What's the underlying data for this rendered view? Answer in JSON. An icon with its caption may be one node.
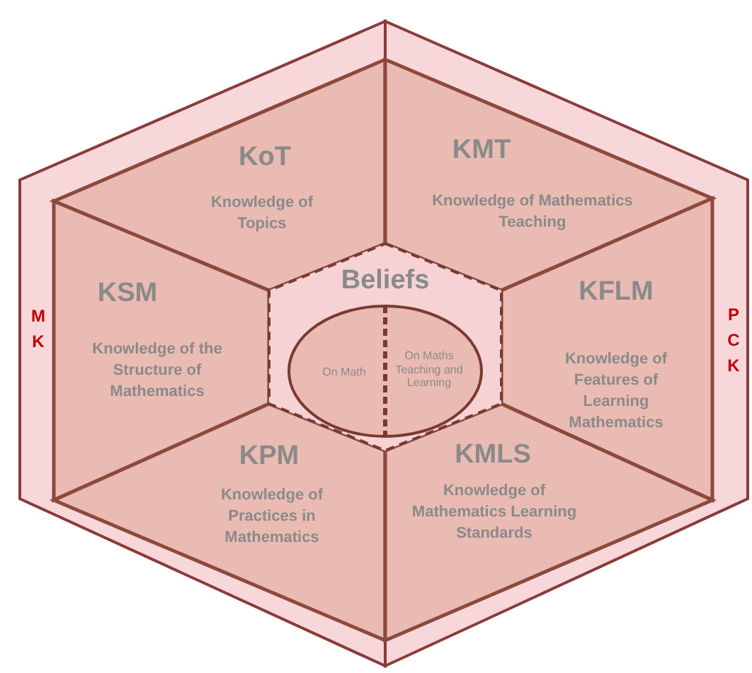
{
  "diagram": {
    "nodes": [
      {
        "text": [
          "MK"
        ]
      },
      {
        "text": [
          "PCK"
        ]
      },
      {
        "text": [
          "KoT",
          "Knowledge of Topics"
        ],
        "in": 0
      },
      {
        "text": [
          "KMT",
          "Knowledge of Mathematics Teaching"
        ],
        "in": 1
      },
      {
        "text": [
          "KSM",
          "Knowledge of the Structure of Mathematics"
        ],
        "in": 0
      },
      {
        "text": [
          "KFLM",
          "Knowledge of Features of Learning Mathematics"
        ],
        "in": 1
      },
      {
        "text": [
          "KPM",
          "Knowledge of Practices in Mathematics"
        ],
        "in": 0
      },
      {
        "text": [
          "KMLS",
          "Knowledge of Mathematics Learning Standards"
        ],
        "in": 1
      },
      {
        "text": [
          "Beliefs"
        ]
      },
      {
        "text": [
          "On Math"
        ]
      },
      {
        "text": [
          "On Maths Teaching and Learning"
        ]
      }
    ]
  }
}
